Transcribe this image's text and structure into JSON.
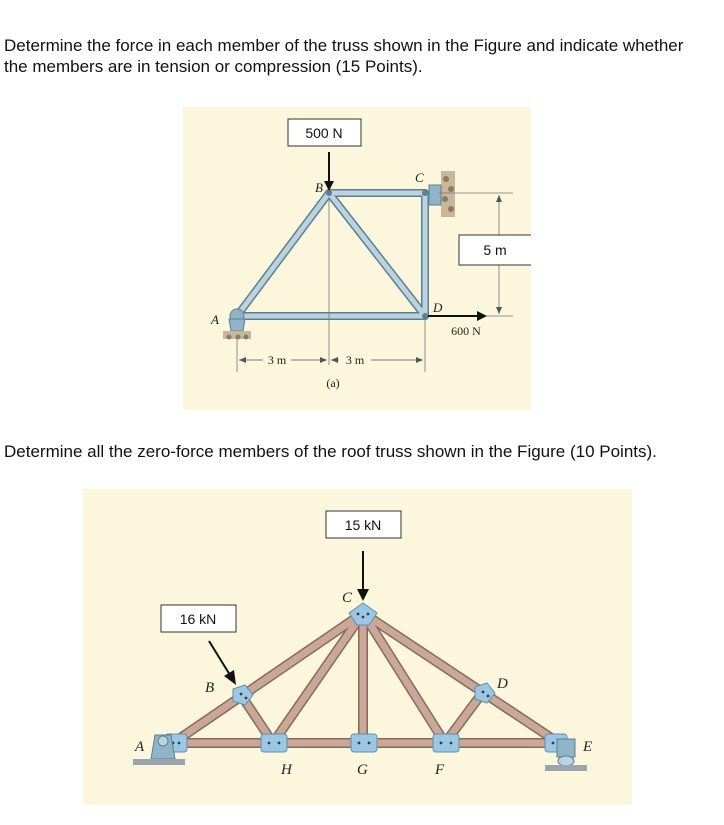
{
  "question1": {
    "text": "Determine the force in each member of the truss shown in the Figure and indicate whether the members are in tension or compression (15 Points)."
  },
  "figure1": {
    "load_top": "500 N",
    "load_side": "600 N",
    "height_label": "5 m",
    "dim_left": "3 m",
    "dim_right": "3 m",
    "caption": "(a)",
    "joints": {
      "a": "A",
      "b": "B",
      "c": "C",
      "d": "D"
    },
    "colors": {
      "background": "#fbf6dc",
      "member": "#b9d3e0",
      "member_edge": "#5f7f90",
      "support": "#8fb3c7"
    }
  },
  "question2": {
    "text": "Determine all the zero-force members of the roof truss shown in the Figure (10 Points)."
  },
  "figure2": {
    "load_top": "15 kN",
    "load_side": "16 kN",
    "joints": {
      "a": "A",
      "b": "B",
      "c": "C",
      "d": "D",
      "e": "E",
      "f": "F",
      "g": "G",
      "h": "H"
    },
    "colors": {
      "background": "#fbf6dc",
      "member": "#c9a799",
      "member_edge": "#8a6a5d",
      "gusset": "#9cc7e3"
    }
  }
}
